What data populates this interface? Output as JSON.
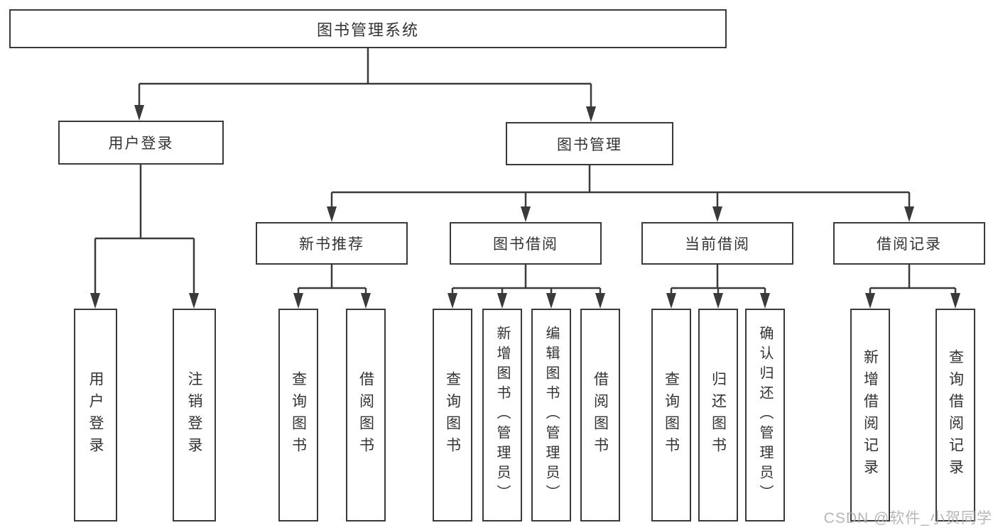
{
  "tree": {
    "root": {
      "label": "图书管理系统",
      "children": [
        {
          "label": "用户登录",
          "children": [
            {
              "label": "用户登录"
            },
            {
              "label": "注销登录"
            }
          ]
        },
        {
          "label": "图书管理",
          "children": [
            {
              "label": "新书推荐",
              "children": [
                {
                  "label": "查询图书"
                },
                {
                  "label": "借阅图书"
                }
              ]
            },
            {
              "label": "图书借阅",
              "children": [
                {
                  "label": "查询图书"
                },
                {
                  "label": "新增图书（管理员）"
                },
                {
                  "label": "编辑图书（管理员）"
                },
                {
                  "label": "借阅图书"
                }
              ]
            },
            {
              "label": "当前借阅",
              "children": [
                {
                  "label": "查询图书"
                },
                {
                  "label": "归还图书"
                },
                {
                  "label": "确认归还（管理员）"
                }
              ]
            },
            {
              "label": "借阅记录",
              "children": [
                {
                  "label": "新增借阅记录"
                },
                {
                  "label": "查询借阅记录"
                }
              ]
            }
          ]
        }
      ]
    }
  },
  "watermark": {
    "text": "CSDN @软件_小贺同学"
  },
  "colors": {
    "line": "#3a3a3a",
    "border": "#3a3a3a",
    "background": "#ffffff",
    "text": "#333333",
    "watermark": "#ababab"
  }
}
